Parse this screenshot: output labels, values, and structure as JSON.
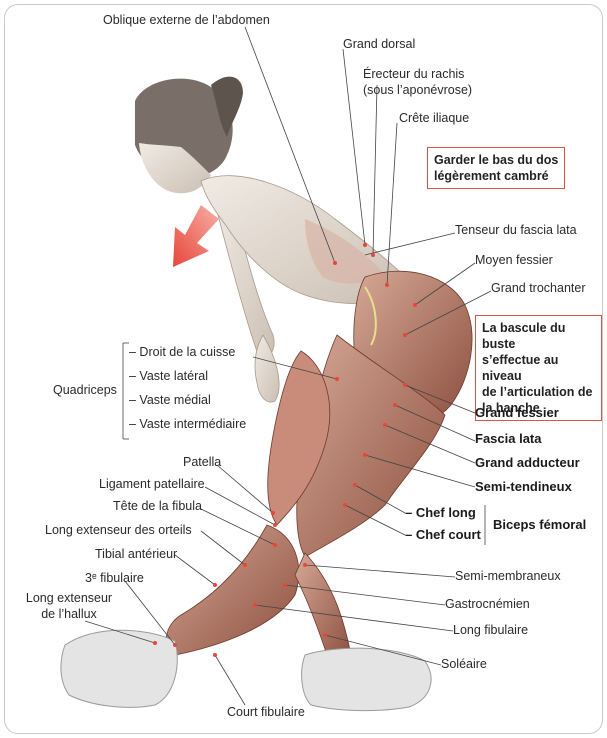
{
  "labels": {
    "oblique": "Oblique externe de l’abdomen",
    "grand_dorsal": "Grand dorsal",
    "erecteur_1": "Érecteur du rachis",
    "erecteur_2": "(sous l’aponévrose)",
    "crete": "Crête iliaque",
    "tenseur": "Tenseur du fascia lata",
    "moyen_fessier": "Moyen fessier",
    "grand_trochanter": "Grand trochanter",
    "grand_fessier": "Grand fessier",
    "fascia_lata": "Fascia lata",
    "grand_adducteur": "Grand adducteur",
    "semi_tendineux": "Semi-tendineux",
    "chef_long": "– Chef long",
    "chef_court": "– Chef court",
    "biceps": "Biceps fémoral",
    "semi_membraneux": "Semi-membraneux",
    "gastrocnemien": "Gastrocnémien",
    "long_fibulaire": "Long fibulaire",
    "soleaire": "Soléaire",
    "court_fibulaire": "Court fibulaire",
    "long_ext_hallux_1": "Long extenseur",
    "long_ext_hallux_2": "de l’hallux",
    "troisieme_fibulaire": "3ᵉ fibulaire",
    "tibial": "Tibial antérieur",
    "long_ext_orteils": "Long extenseur des orteils",
    "tete_fibula": "Tête de la fibula",
    "ligament": "Ligament patellaire",
    "patella": "Patella",
    "quadriceps": "Quadriceps",
    "droit": "– Droit de la cuisse",
    "vaste_lateral": "– Vaste latéral",
    "vaste_medial": "– Vaste médial",
    "vaste_inter": "– Vaste intermédiaire"
  },
  "notes": {
    "note1_line1": "Garder le bas du dos",
    "note1_line2": "légèrement cambré",
    "note2_line1": "La bascule du buste",
    "note2_line2": "s’effectue au niveau",
    "note2_line3": "de l’articulation de",
    "note2_line4": "la hanche"
  },
  "colors": {
    "accent_red": "#e8463a",
    "note_border": "#d9534f",
    "muscle": "#b9826f",
    "skin": "#ece4dc"
  }
}
